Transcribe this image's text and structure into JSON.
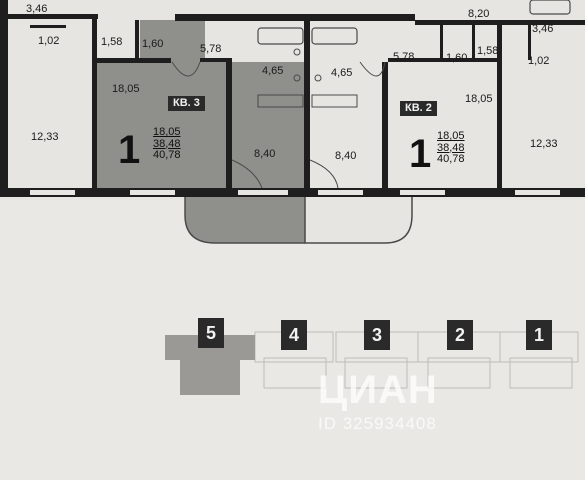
{
  "plan": {
    "colors": {
      "wall": "#1e1e1e",
      "floor": "#e6e5e1",
      "highlight": "#8f8f8b",
      "line": "#4a4a4a"
    },
    "top_row_labels": [
      "3,46",
      "1,02",
      "1,58",
      "1,60",
      "5,78",
      "8,20",
      "3,46",
      "1,02",
      "1,60",
      "1,58",
      "5,78"
    ],
    "rooms": {
      "left_big": "12,33",
      "left_apt_room": "18,05",
      "corridor_left": "5,78",
      "bath_left": "4,65",
      "bath_right": "4,65",
      "kitchen_left": "8,40",
      "kitchen_right": "8,40",
      "right_apt_room": "18,05",
      "right_big": "12,33"
    },
    "apartments": [
      {
        "badge": "КВ. 3",
        "rooms": "1",
        "living_area": "18,05",
        "total_area": "38,48",
        "area_with_balcony": "40,78"
      },
      {
        "badge": "КВ. 2",
        "rooms": "1",
        "living_area": "18,05",
        "total_area": "38,48",
        "area_with_balcony": "40,78"
      }
    ]
  },
  "key_plan": {
    "sections": [
      "5",
      "4",
      "3",
      "2",
      "1"
    ],
    "highlighted_section": "5"
  },
  "watermark": {
    "logo": "ЦИАН",
    "listing_id": "ID 325934408"
  }
}
